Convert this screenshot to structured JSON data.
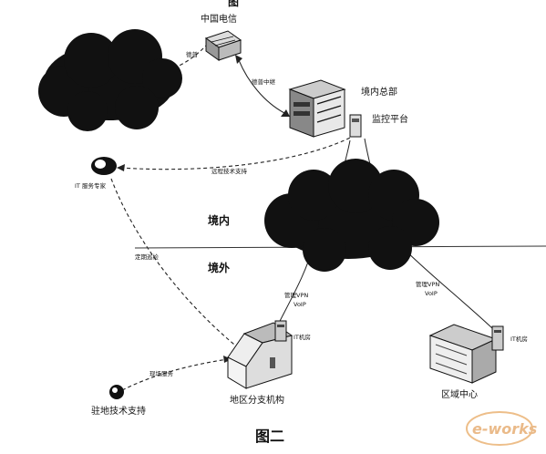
{
  "top_fragment": "图",
  "nodes": {
    "china_telecom": "中国电信",
    "domestic_hq": "境内总部",
    "monitor_platform": "监控平台",
    "it_expert": "IT 服务专家",
    "branch_office": "地区分支机构",
    "branch_it_room": "IT机房",
    "regional_center": "区域中心",
    "regional_it_room": "IT机房",
    "field_support": "驻地技术支持"
  },
  "links": {
    "telecom_tap": "德普",
    "relay": "德普中继",
    "remote_support": "远程技术支持",
    "periodic_check": "定期巡检",
    "onsite_service": "现场服务",
    "vpn_left_1": "管理VPN",
    "vpn_left_2": "VoIP",
    "vpn_right_1": "管理VPN",
    "vpn_right_2": "VoIP"
  },
  "regions": {
    "inside": "境内",
    "outside": "境外"
  },
  "caption": "图二",
  "watermark": "e-works"
}
